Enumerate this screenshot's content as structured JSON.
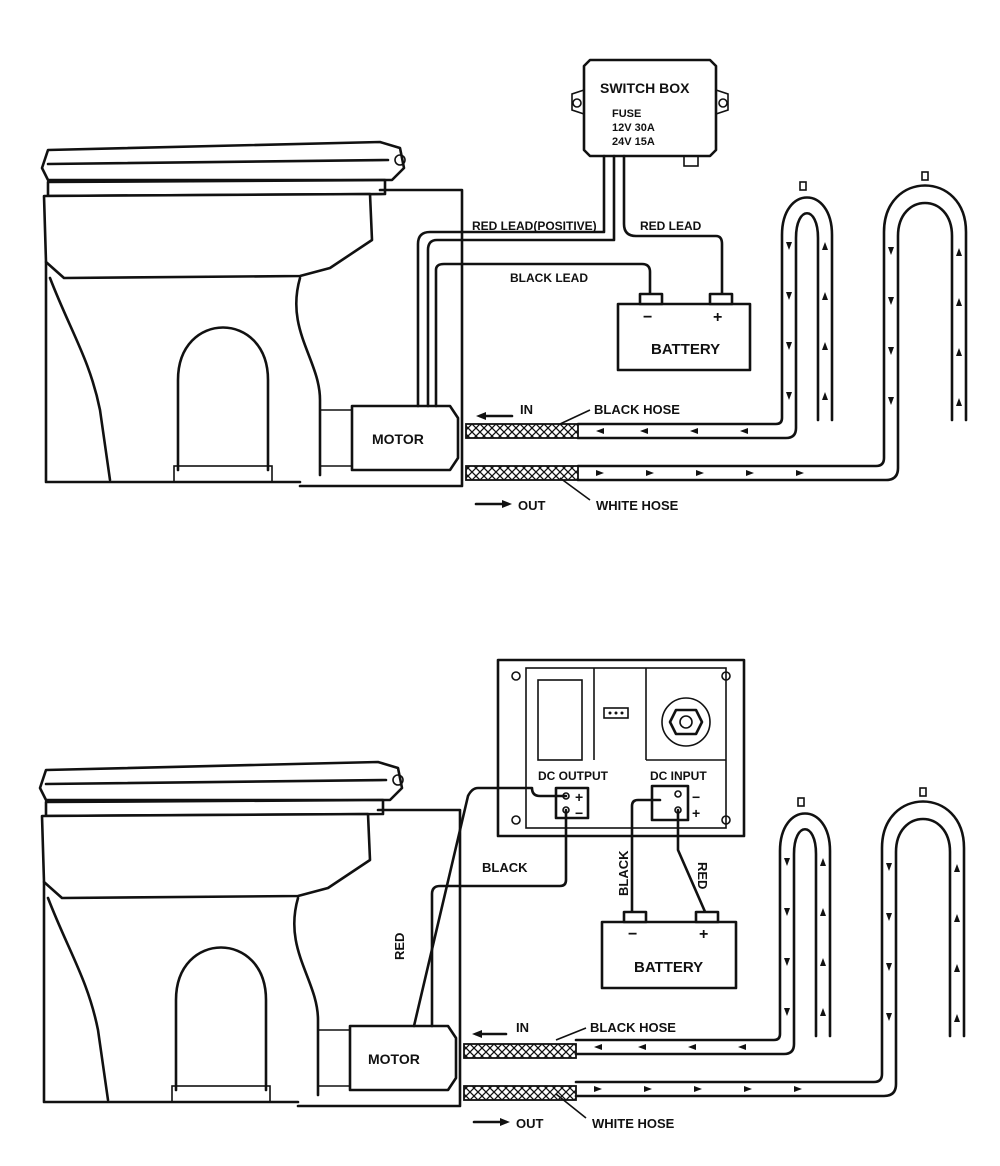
{
  "colors": {
    "ink": "#111111",
    "paper": "#ffffff"
  },
  "top": {
    "switch_box": {
      "title": "SWITCH BOX",
      "fuse": "FUSE",
      "fuse_12v": "12V  30A",
      "fuse_24v": "24V  15A"
    },
    "red_lead": "RED LEAD(POSITIVE)",
    "red_lead_2": "RED LEAD",
    "black_lead": "BLACK LEAD",
    "battery": {
      "label": "BATTERY",
      "neg": "−",
      "pos": "+"
    },
    "motor": "MOTOR",
    "in": "IN",
    "out": "OUT",
    "black_hose": "BLACK HOSE",
    "white_hose": "WHITE HOSE"
  },
  "bottom": {
    "dc_output": "DC OUTPUT",
    "dc_input": "DC INPUT",
    "black": "BLACK",
    "black_v": "BLACK",
    "red_v": "RED",
    "red_side": "RED",
    "battery": {
      "label": "BATTERY",
      "neg": "−",
      "pos": "+"
    },
    "motor": "MOTOR",
    "in": "IN",
    "out": "OUT",
    "black_hose": "BLACK HOSE",
    "white_hose": "WHITE HOSE",
    "out_pos": "+",
    "out_neg": "−",
    "in_pos": "+",
    "in_neg": "−"
  }
}
